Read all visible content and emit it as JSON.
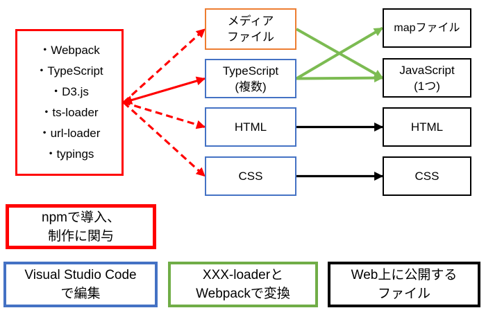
{
  "colors": {
    "red": "#FF0000",
    "orange": "#ED7D31",
    "blue": "#4472C4",
    "green_border": "#70AD47",
    "black": "#000000"
  },
  "arrow_colors": {
    "red": "#FF0000",
    "green": "#7CBB52",
    "black": "#000000"
  },
  "source_box": {
    "name": "source-box",
    "border_color": "#FF0000",
    "items": [
      "・Webpack",
      "・TypeScript",
      "・D3.js",
      "・ts-loader",
      "・url-loader",
      "・typings"
    ]
  },
  "middle_column": {
    "boxes": [
      {
        "name": "media-file-box",
        "border_color": "#ED7D31",
        "lines": [
          "メディア",
          "ファイル"
        ]
      },
      {
        "name": "typescript-box",
        "border_color": "#4472C4",
        "lines": [
          "TypeScript",
          "(複数)"
        ]
      },
      {
        "name": "html-source-box",
        "border_color": "#4472C4",
        "lines": [
          "HTML"
        ]
      },
      {
        "name": "css-source-box",
        "border_color": "#4472C4",
        "lines": [
          "CSS"
        ]
      }
    ]
  },
  "output_column": {
    "boxes": [
      {
        "name": "map-file-box",
        "border_color": "#000000",
        "lines": [
          "mapファイル"
        ]
      },
      {
        "name": "javascript-box",
        "border_color": "#000000",
        "lines": [
          "JavaScript",
          "(1つ)"
        ]
      },
      {
        "name": "html-output-box",
        "border_color": "#000000",
        "lines": [
          "HTML"
        ]
      },
      {
        "name": "css-output-box",
        "border_color": "#000000",
        "lines": [
          "CSS"
        ]
      }
    ]
  },
  "arrows": [
    {
      "from": "source-box",
      "to": "media-file-box",
      "color": "red",
      "dashed": true,
      "double": false
    },
    {
      "from": "source-box",
      "to": "typescript-box",
      "color": "red",
      "dashed": false,
      "double": true
    },
    {
      "from": "source-box",
      "to": "html-source-box",
      "color": "red",
      "dashed": true,
      "double": false
    },
    {
      "from": "source-box",
      "to": "css-source-box",
      "color": "red",
      "dashed": true,
      "double": false
    },
    {
      "from": "media-file-box",
      "to": "javascript-box",
      "color": "green",
      "dashed": false,
      "double": false
    },
    {
      "from": "typescript-box",
      "to": "map-file-box",
      "color": "green",
      "dashed": false,
      "double": false
    },
    {
      "from": "typescript-box",
      "to": "javascript-box",
      "color": "green",
      "dashed": false,
      "double": false
    },
    {
      "from": "html-source-box",
      "to": "html-output-box",
      "color": "black",
      "dashed": false,
      "double": false
    },
    {
      "from": "css-source-box",
      "to": "css-output-box",
      "color": "black",
      "dashed": false,
      "double": false
    }
  ],
  "legend": {
    "boxes": [
      {
        "name": "legend-npm-box",
        "border_color": "#FF0000",
        "lines": [
          "npmで導入、",
          "制作に関与"
        ]
      },
      {
        "name": "legend-vscode-box",
        "border_color": "#4472C4",
        "lines": [
          "Visual Studio Code",
          "で編集"
        ]
      },
      {
        "name": "legend-loader-box",
        "border_color": "#70AD47",
        "lines": [
          "XXX-loaderと",
          "Webpackで変換"
        ]
      },
      {
        "name": "legend-web-box",
        "border_color": "#000000",
        "lines": [
          "Web上に公開する",
          "ファイル"
        ]
      }
    ]
  }
}
